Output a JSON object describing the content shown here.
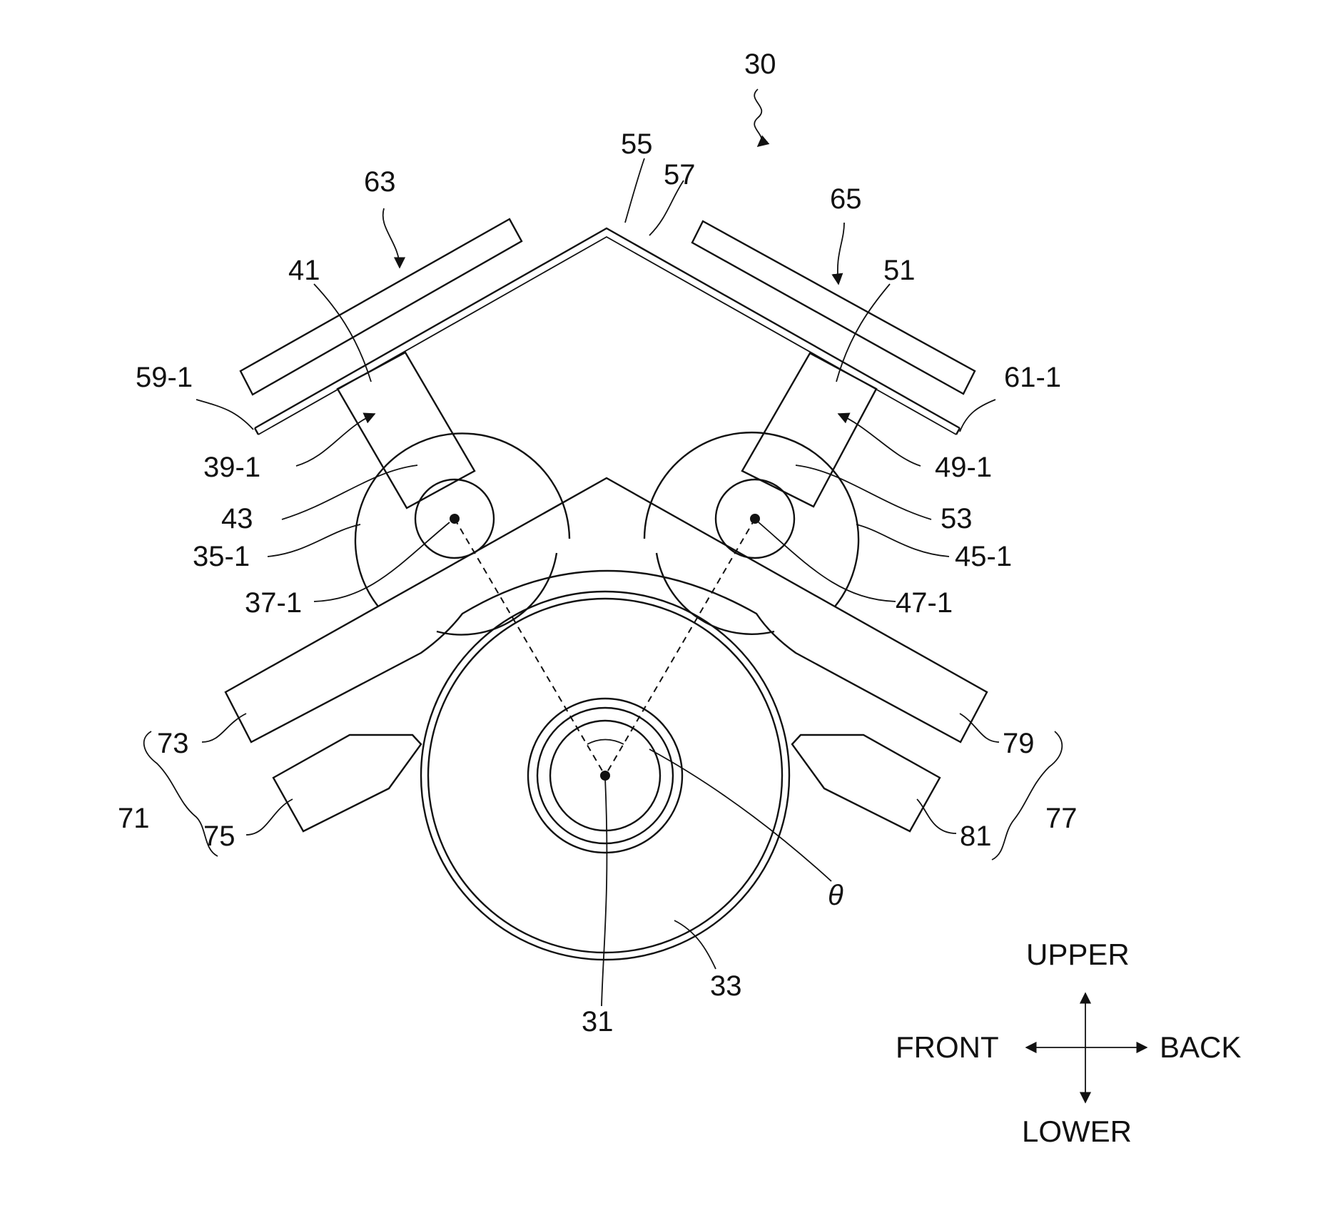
{
  "figure": {
    "refs": {
      "r30": "30",
      "r31": "31",
      "r33": "33",
      "r35_1": "35-1",
      "r37_1": "37-1",
      "r39_1": "39-1",
      "r41": "41",
      "r43": "43",
      "r45_1": "45-1",
      "r47_1": "47-1",
      "r49_1": "49-1",
      "r51": "51",
      "r53": "53",
      "r55": "55",
      "r57": "57",
      "r59_1": "59-1",
      "r61_1": "61-1",
      "r63": "63",
      "r65": "65",
      "r71": "71",
      "r73": "73",
      "r75": "75",
      "r77": "77",
      "r79": "79",
      "r81": "81",
      "theta": "θ"
    },
    "directions": {
      "upper": "UPPER",
      "lower": "LOWER",
      "front": "FRONT",
      "back": "BACK"
    }
  }
}
